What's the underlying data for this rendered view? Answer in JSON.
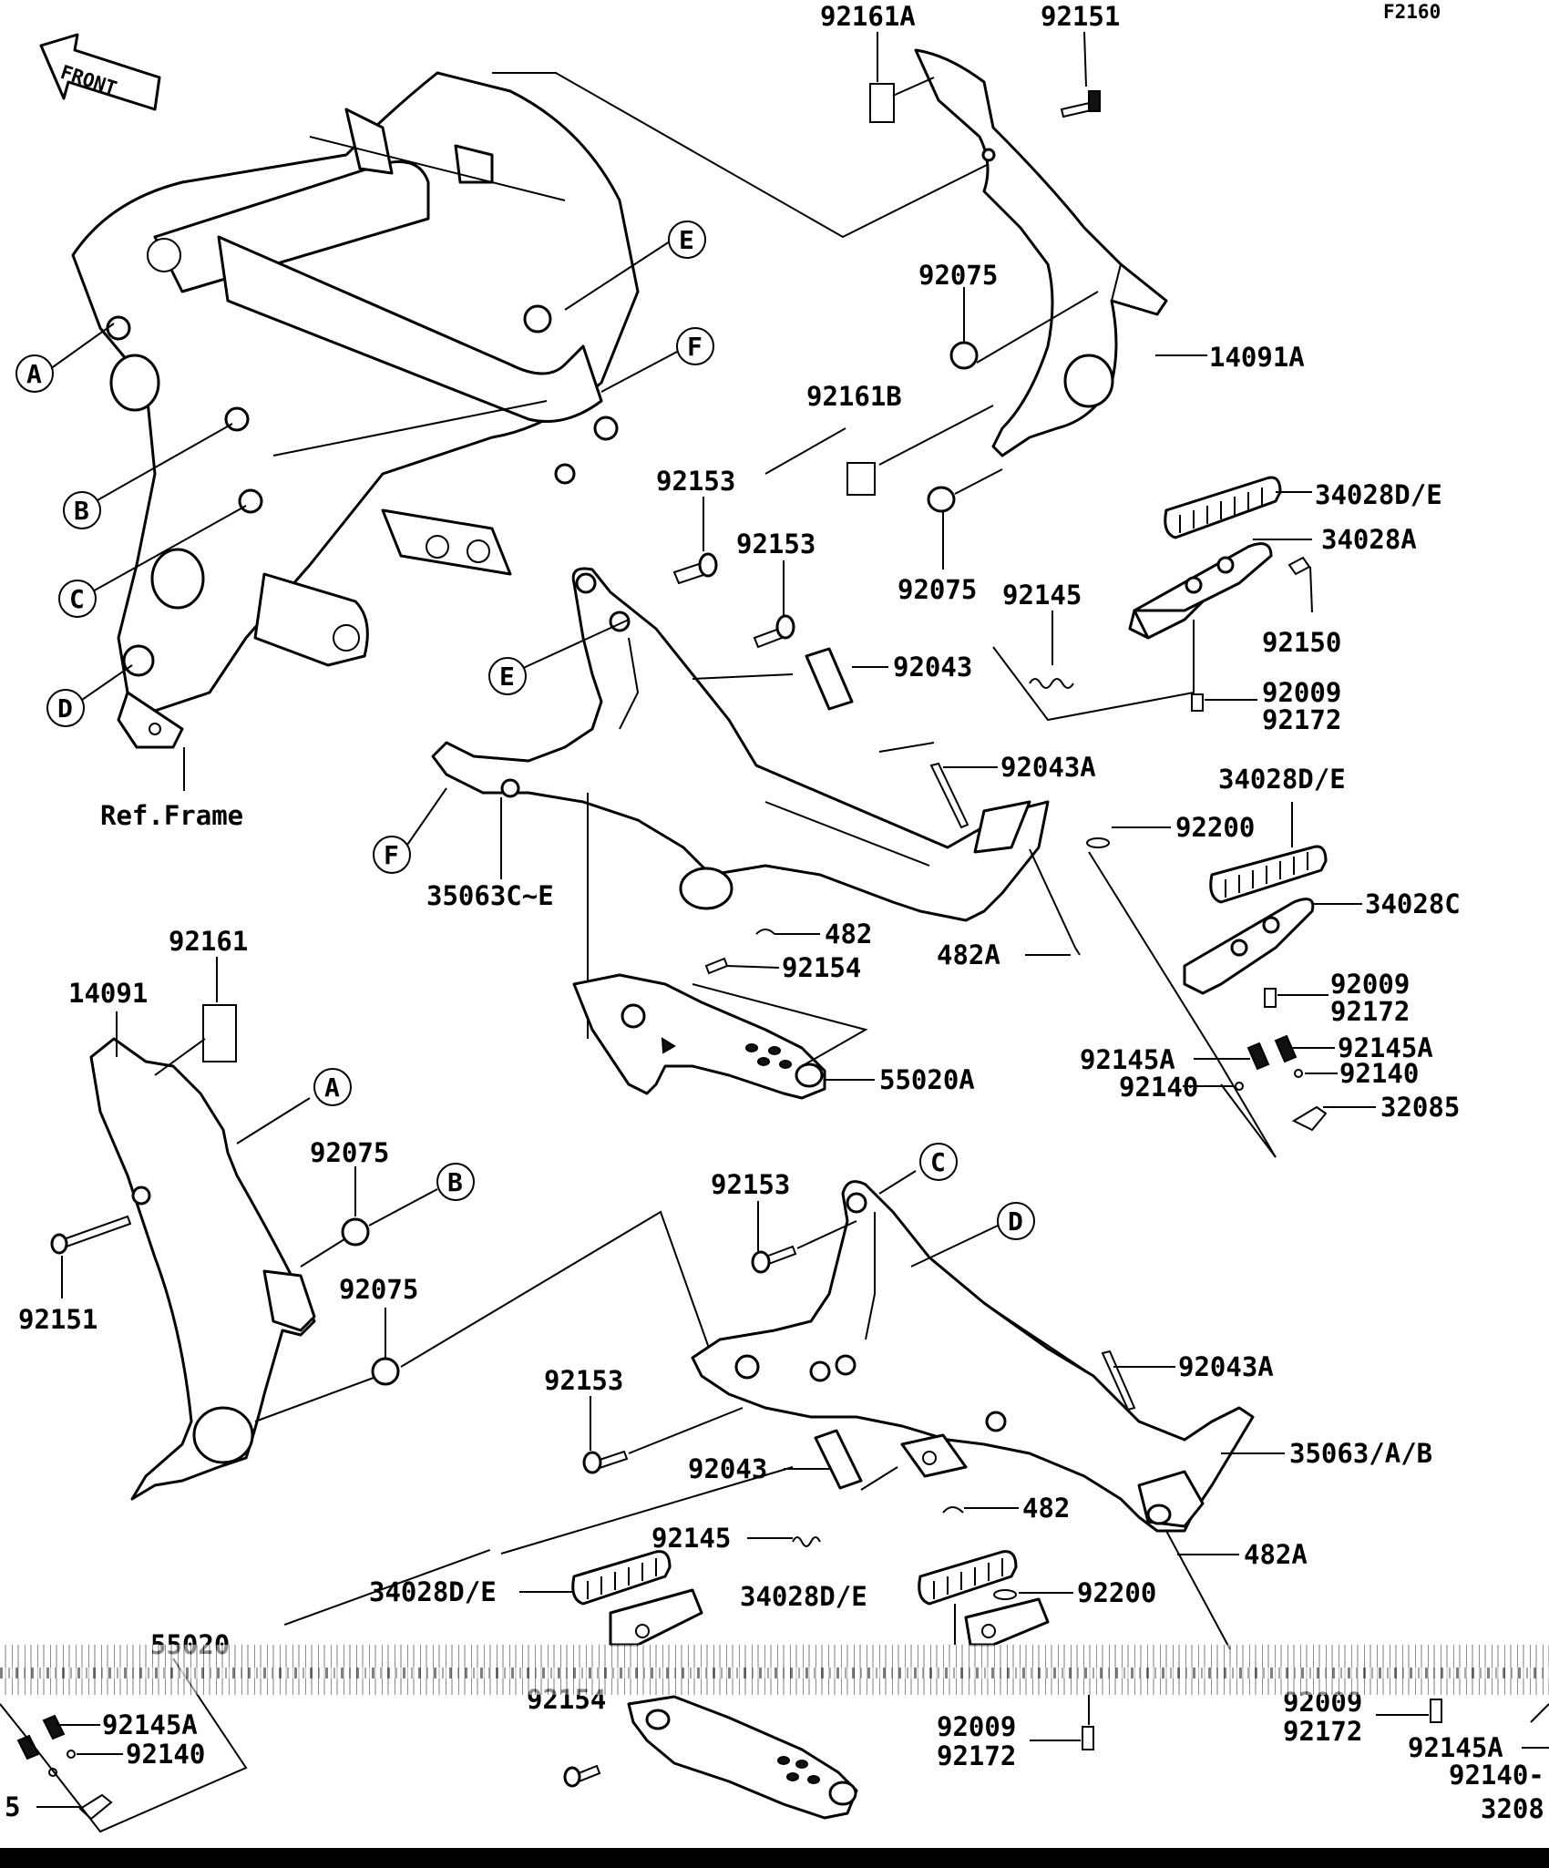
{
  "diagram_code": "F2160",
  "arrow_label": "FRONT",
  "ref_label": "Ref.Frame",
  "letters": [
    "A",
    "B",
    "C",
    "D",
    "E",
    "F"
  ],
  "parts": {
    "p92161A": "92161A",
    "p92151": "92151",
    "p92075": "92075",
    "p14091A": "14091A",
    "p92161B": "92161B",
    "p92153": "92153",
    "p34028DE": "34028D/E",
    "p34028A": "34028A",
    "p92150": "92150",
    "p92145": "92145",
    "p92043": "92043",
    "p92009": "92009",
    "p92172": "92172",
    "p92043A": "92043A",
    "p92200": "92200",
    "p35063CE": "35063C~E",
    "p34028C": "34028C",
    "p482": "482",
    "p482A": "482A",
    "p92154": "92154",
    "p55020A": "55020A",
    "p92145A": "92145A",
    "p92140": "92140",
    "p32085": "32085",
    "p92161": "92161",
    "p14091": "14091",
    "p35063AB": "35063/A/B",
    "p55020": "55020",
    "p5": "5",
    "p3208": "3208",
    "p92140dash": "92140-"
  }
}
